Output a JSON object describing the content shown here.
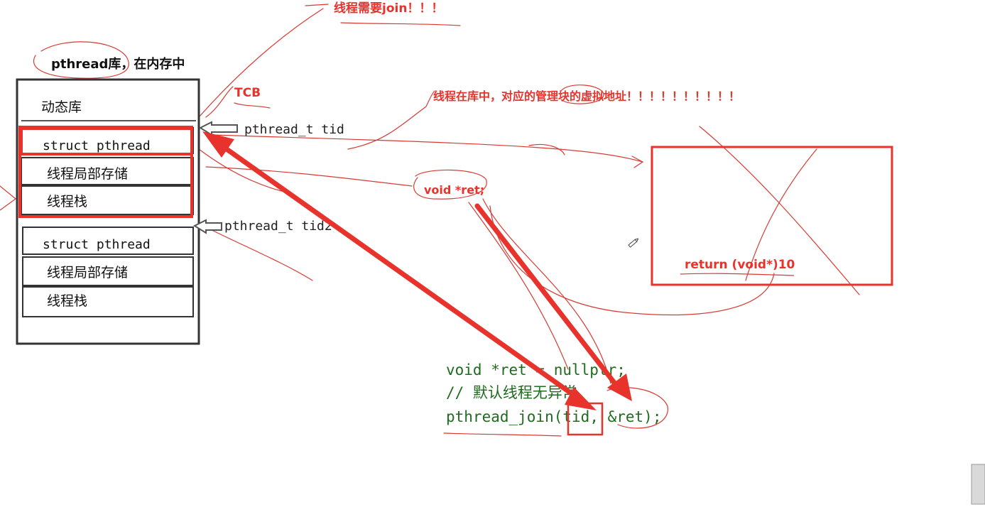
{
  "title_label": "pthread库，在内存中",
  "memory": {
    "dynamic_lib": "动态库",
    "block1": {
      "struct": "struct pthread",
      "tls": "线程局部存储",
      "stack": "线程栈"
    },
    "block2": {
      "struct": "struct pthread",
      "tls": "线程局部存储",
      "stack": "线程栈"
    }
  },
  "pointers": {
    "tid1": "pthread_t tid",
    "tid2": "pthread_t tid2"
  },
  "annotations": {
    "tcb": "TCB",
    "need_join": "线程需要join！！！",
    "virtual_addr": "线程在库中，对应的管理块的虚拟地址！！！！！！！！！！",
    "void_ret": "void *ret;",
    "return_value": "return (void*)10"
  },
  "code": {
    "line1": "void *ret = nullptr;",
    "line2": "// 默认线程无异常",
    "line3_prefix": "pthread_join(",
    "line3_tid": "tid",
    "line3_suffix": ", &ret);"
  },
  "colors": {
    "accent_red": "#e8332c",
    "ink_red": "#d83a33",
    "code_green": "#1f6b1f",
    "box_black": "#333333"
  }
}
